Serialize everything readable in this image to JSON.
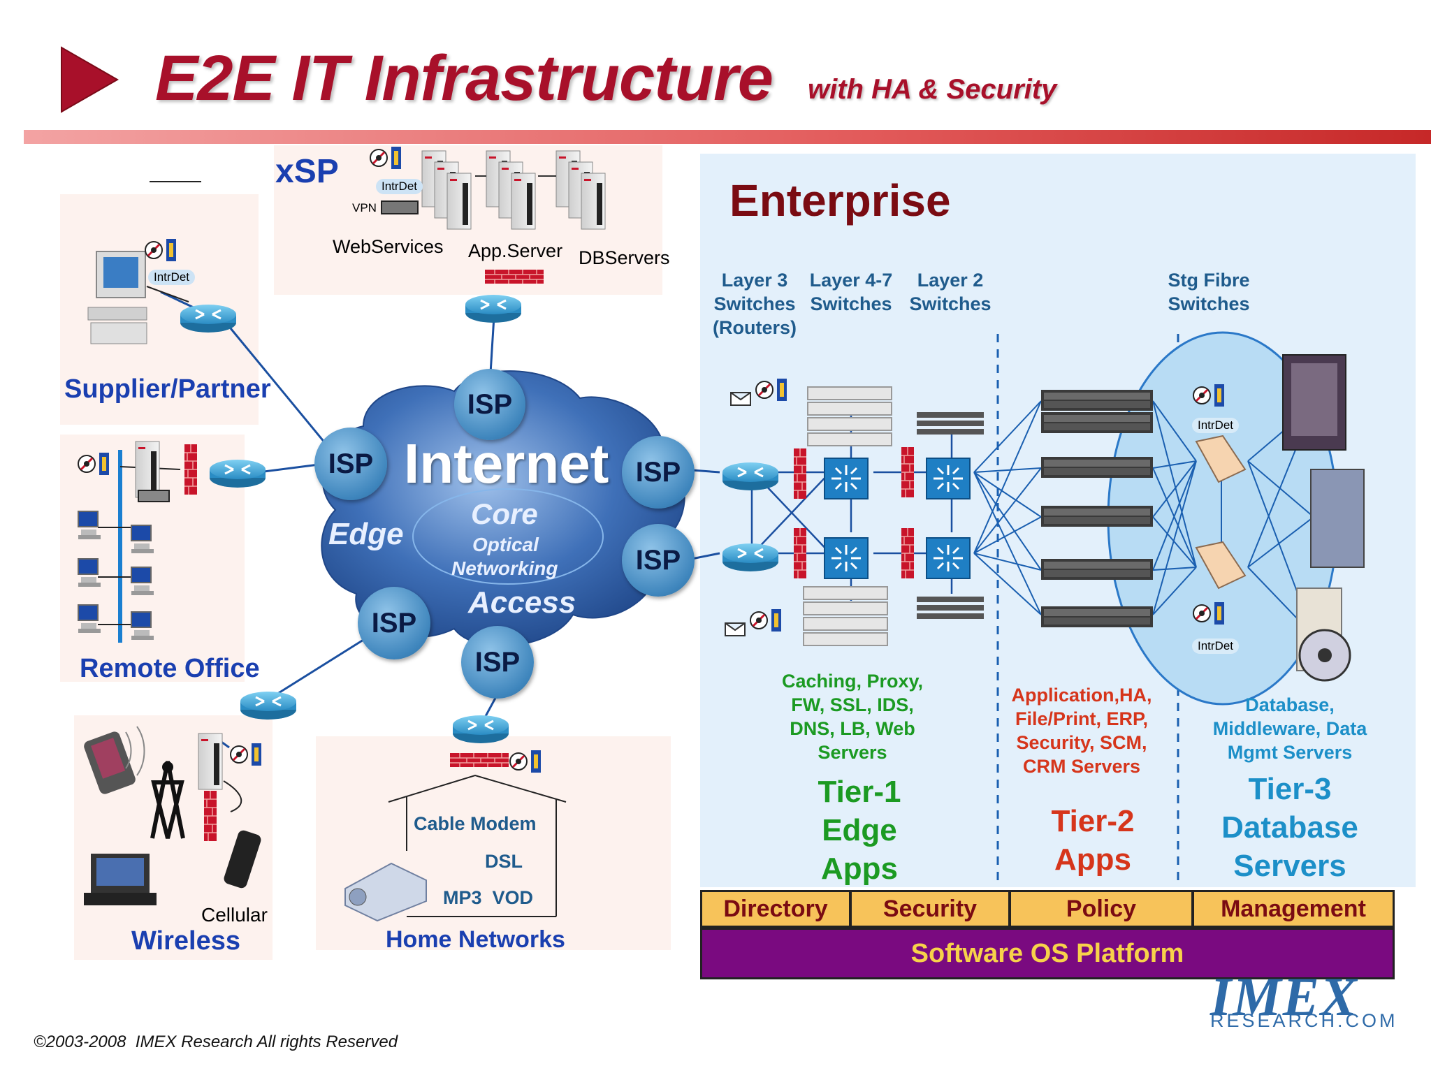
{
  "header": {
    "title": "E2E IT Infrastructure",
    "subtitle": "with HA & Security"
  },
  "xsp": {
    "label": "xSP",
    "intrdet": "IntrDet",
    "vpn": "VPN",
    "webservices": "WebServices",
    "appserver": "App.Server",
    "dbservers": "DBServers"
  },
  "supplier": {
    "label": "Supplier/Partner",
    "intrdet": "IntrDet"
  },
  "remote": {
    "label": "Remote Office"
  },
  "wireless": {
    "label": "Wireless",
    "cellular": "Cellular"
  },
  "home": {
    "label": "Home Networks",
    "cable": "Cable Modem",
    "dsl": "DSL",
    "mp3vod": "MP3  VOD"
  },
  "internet": {
    "label": "Internet",
    "core": "Core",
    "optical1": "Optical",
    "optical2": "Networking",
    "edge": "Edge",
    "access": "Access",
    "isp": "ISP"
  },
  "enterprise": {
    "label": "Enterprise",
    "switch_headers": [
      [
        "Layer 3",
        "Switches",
        "(Routers)"
      ],
      [
        "Layer 4-7",
        "Switches"
      ],
      [
        "Layer 2",
        "Switches"
      ],
      [
        "Stg Fibre",
        "Switches"
      ]
    ],
    "intrdet": "IntrDet",
    "tier1_desc": [
      "Caching, Proxy,",
      "FW, SSL, IDS,",
      "DNS, LB, Web",
      "Servers"
    ],
    "tier1_title": [
      "Tier-1",
      "Edge",
      "Apps"
    ],
    "tier2_desc": [
      "Application,HA,",
      "File/Print, ERP,",
      "Security, SCM,",
      "CRM Servers"
    ],
    "tier2_title": [
      "Tier-2",
      "Apps"
    ],
    "tier3_desc": [
      "Database,",
      "Middleware, Data",
      "Mgmt Servers"
    ],
    "tier3_title": [
      "Tier-3",
      "Database",
      "Servers"
    ],
    "services": [
      "Directory",
      "Security",
      "Policy",
      "Management"
    ],
    "platform": "Software OS Platform"
  },
  "logo": {
    "big": "IMEX",
    "small": "RESEARCH.COM"
  },
  "footer": {
    "copyright": "©2003-2008  IMEX Research All rights Reserved"
  },
  "colors": {
    "title_red": "#a8102a",
    "enterprise_bg": "#e3f0fb",
    "cloud_blue": "#2e5fa3",
    "platform_purple": "#7a0a80",
    "service_gold": "#f7c35a",
    "link_blue": "#1a4fa0"
  }
}
